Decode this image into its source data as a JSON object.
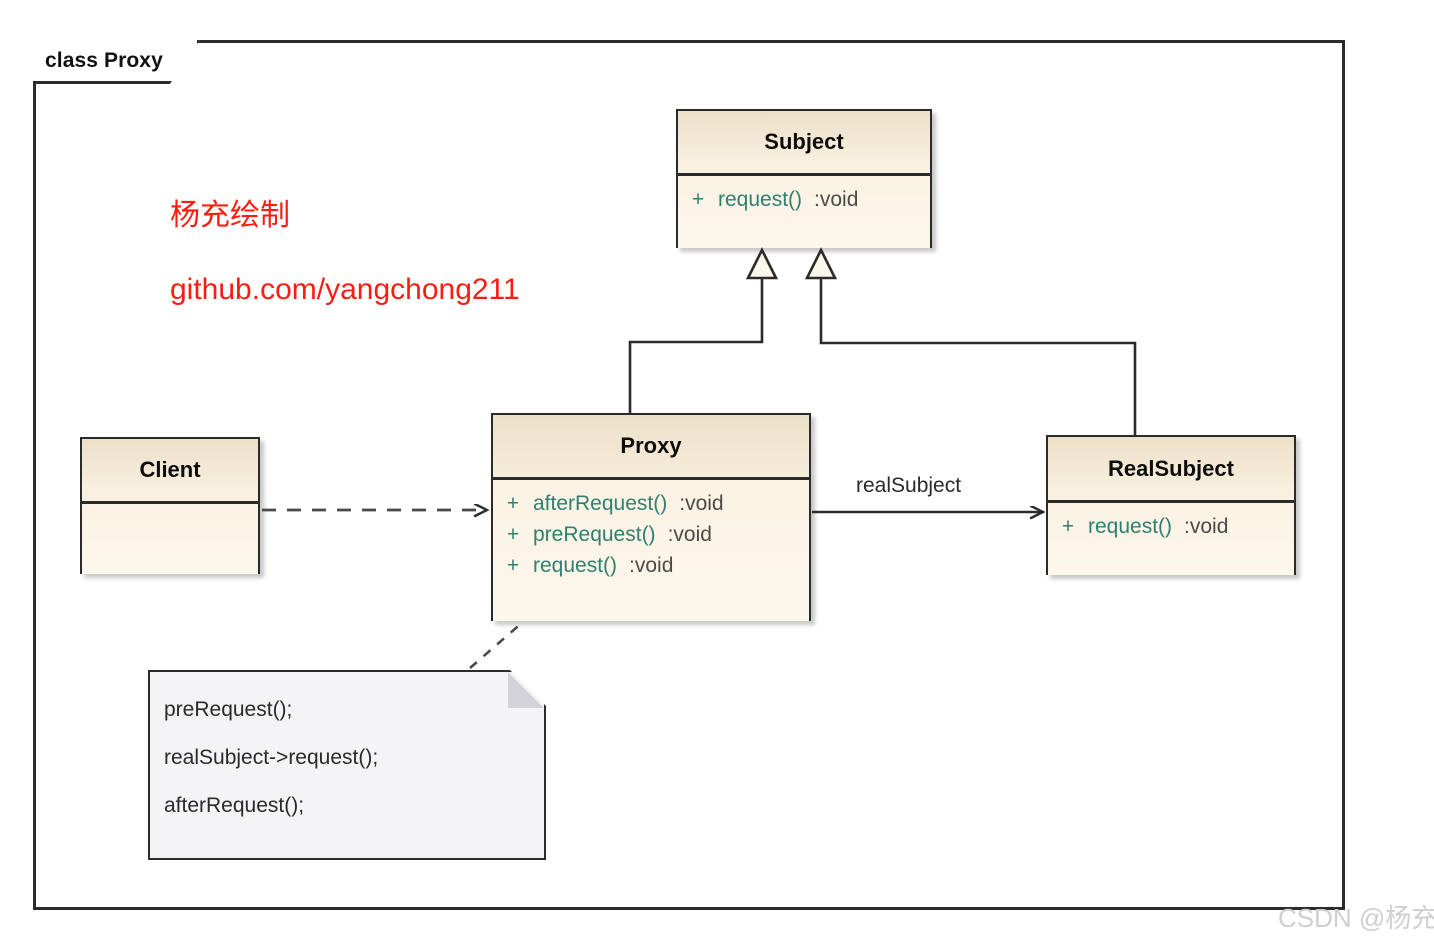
{
  "diagram": {
    "frame_label": "class Proxy",
    "type": "uml-class-diagram",
    "pattern": "Proxy"
  },
  "classes": {
    "subject": {
      "name": "Subject",
      "members": [
        {
          "visibility": "+",
          "name": "request()",
          "type": ":void"
        }
      ]
    },
    "proxy": {
      "name": "Proxy",
      "members": [
        {
          "visibility": "+",
          "name": "afterRequest()",
          "type": ":void"
        },
        {
          "visibility": "+",
          "name": "preRequest()",
          "type": ":void"
        },
        {
          "visibility": "+",
          "name": "request()",
          "type": ":void"
        }
      ]
    },
    "realsubject": {
      "name": "RealSubject",
      "members": [
        {
          "visibility": "+",
          "name": "request()",
          "type": ":void"
        }
      ]
    },
    "client": {
      "name": "Client",
      "members": []
    }
  },
  "relationships": {
    "proxy_generalizes_subject": {
      "from": "Proxy",
      "to": "Subject",
      "kind": "generalization"
    },
    "realsubject_generalizes_subject": {
      "from": "RealSubject",
      "to": "Subject",
      "kind": "generalization"
    },
    "client_depends_proxy": {
      "from": "Client",
      "to": "Proxy",
      "kind": "dependency"
    },
    "proxy_association_realsubject": {
      "from": "Proxy",
      "to": "RealSubject",
      "kind": "association",
      "label": "realSubject"
    },
    "note_anchor": {
      "from": "note",
      "to": "Proxy",
      "kind": "note-link"
    }
  },
  "edge_labels": {
    "real_subject": "realSubject"
  },
  "note": {
    "lines": [
      "preRequest();",
      "realSubject->request();",
      "afterRequest();"
    ]
  },
  "annotations": {
    "author_cn": "杨充绘制",
    "github": "github.com/yangchong211"
  },
  "watermark": {
    "text": "CSDN @杨充"
  },
  "colors": {
    "box_fill_top": "#ece0c8",
    "box_fill_bottom": "#fdf6ea",
    "box_border": "#2b2b2b",
    "member_name": "#2f7f72",
    "member_type": "#4a4a48",
    "note_fill": "#f4f3f6",
    "annotation_red": "#fb1d11",
    "watermark_gray": "#cfcfcf"
  }
}
